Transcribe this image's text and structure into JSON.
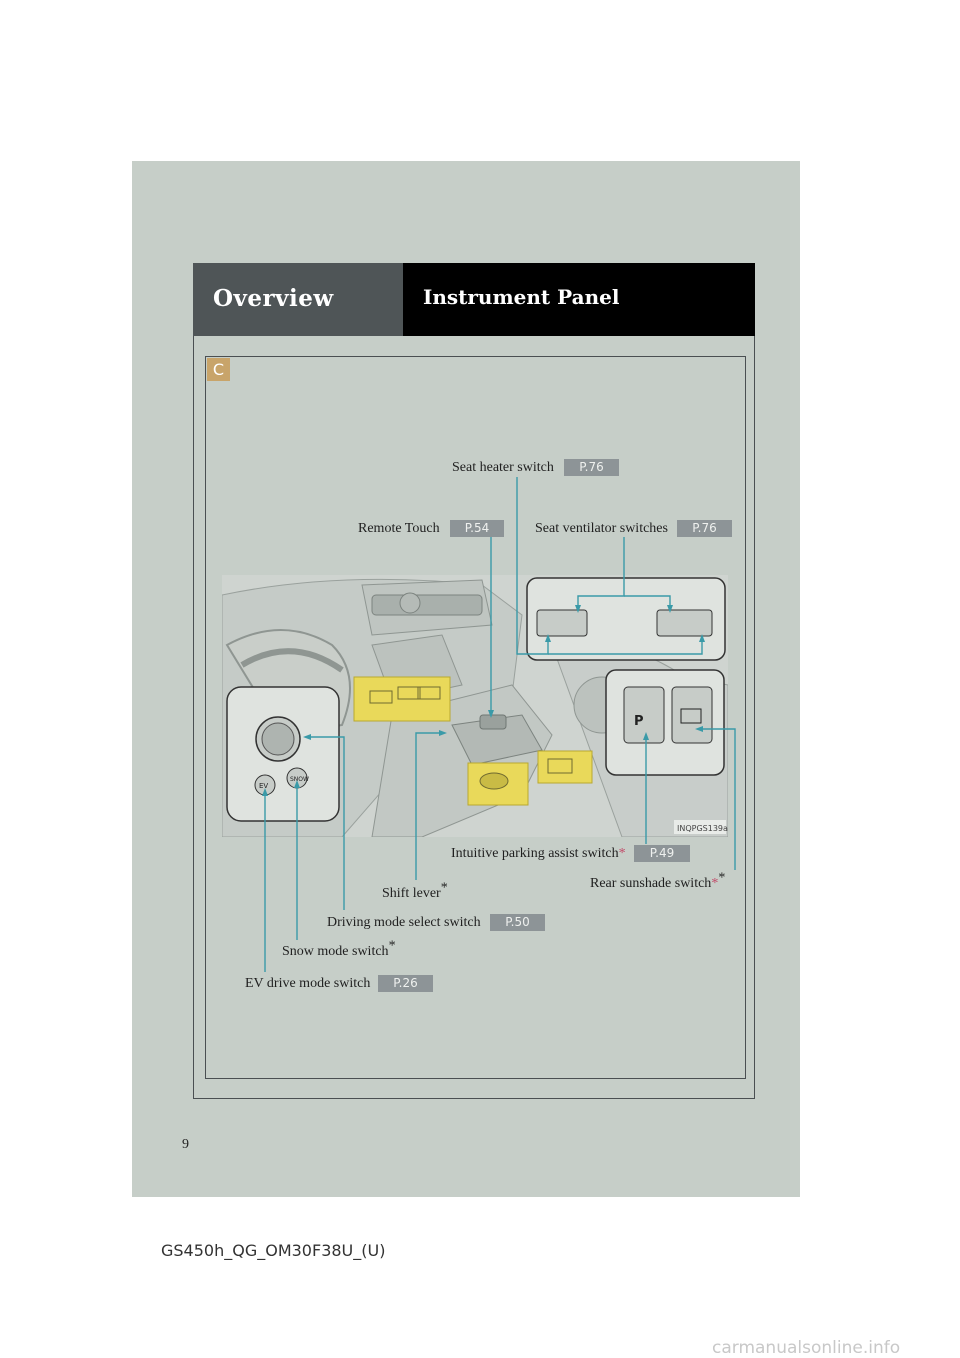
{
  "header": {
    "section": "Overview",
    "title": "Instrument Panel"
  },
  "figure": {
    "badge": "C",
    "image_code": "INQPGS139a"
  },
  "callouts": {
    "seat_heater": {
      "label": "Seat heater switch",
      "page": "P.76"
    },
    "remote_touch": {
      "label": "Remote Touch",
      "page": "P.54"
    },
    "seat_ventilator": {
      "label": "Seat ventilator switches",
      "page": "P.76"
    },
    "parking_assist": {
      "label": "Intuitive parking assist switch",
      "mark": "*",
      "page": "P.49"
    },
    "rear_sunshade": {
      "label": "Rear sunshade switch",
      "mark": "*",
      "mark2": "*"
    },
    "shift_lever": {
      "label": "Shift lever",
      "mark": "*"
    },
    "driving_mode": {
      "label": "Driving mode select switch",
      "page": "P.50"
    },
    "snow_mode": {
      "label": "Snow mode switch",
      "mark": "*"
    },
    "ev_drive": {
      "label": "EV drive mode switch",
      "page": "P.26"
    }
  },
  "footer": {
    "page_number": "9",
    "doc_code": "GS450h_QG_OM30F38U_(U)",
    "watermark": "carmanualsonline.info"
  },
  "colors": {
    "sheet": "#c6cec8",
    "header_left": "#4f5557",
    "header_right": "#000000",
    "leader_line": "#3a9aa8",
    "page_tag": "#8d9497",
    "highlight": "#e9d95a",
    "badge": "#c8a46a"
  }
}
